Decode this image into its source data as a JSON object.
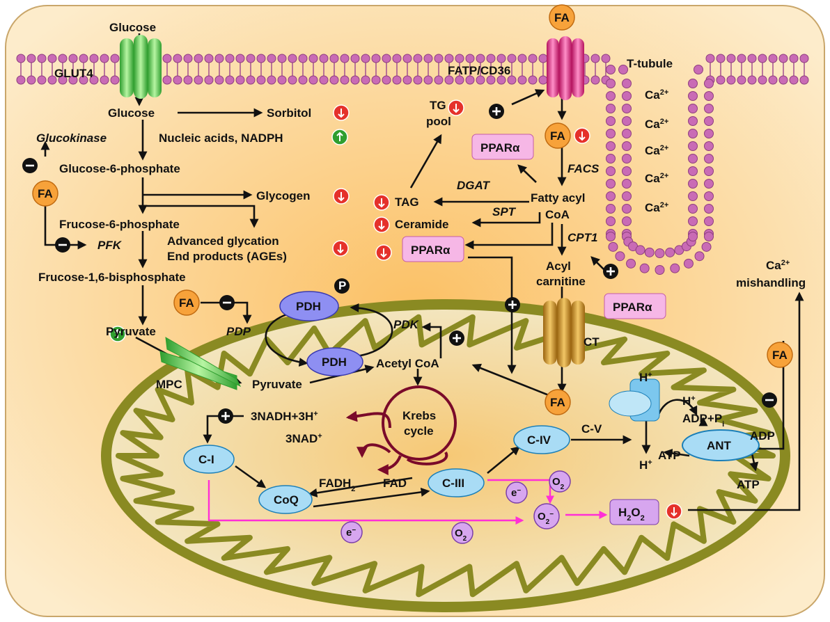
{
  "title": "",
  "colors": {
    "cell_fill": "#fde9bd",
    "membrane_head": "#c96bb5",
    "mito_outer": "#8a8a22",
    "mito_inner_fill": "#efe8c4",
    "ppar_fill": "#f6b7e6",
    "fa_fill": "#f7a23a",
    "up_marker": "#e5312b",
    "down_marker": "#2f9e2f",
    "ros_fill": "#d7a6ef",
    "complex_fill": "#a9dcf5",
    "arrow": "#111111",
    "ros_arrow": "#ff2fd6",
    "krebs": "#7a0a2a"
  },
  "labels": {
    "glucose_top": "Glucose",
    "glut4": "GLUT4",
    "fatp": "FATP/CD36",
    "ttubule": "T-tubule",
    "ca": "Ca",
    "ca_sup": "2+",
    "glucose": "Glucose",
    "sorbitol": "Sorbitol",
    "nucleic": "Nucleic acids, NADPH",
    "glucokinase": "Glucokinase",
    "g6p": "Glucose-6-phosphate",
    "glycogen": "Glycogen",
    "f6p": "Frucose-6-phosphate",
    "ages1": "Advanced glycation",
    "ages2": "End products (AGEs)",
    "pfk": "PFK",
    "f16bp": "Frucose-1,6-bisphosphate",
    "pyruvate": "Pyruvate",
    "tg1": "TG",
    "tg2": "pool",
    "ppara": "PPARα",
    "fa": "FA",
    "facs": "FACS",
    "dgat": "DGAT",
    "tag": "TAG",
    "fattyacyl1": "Fatty acyl",
    "fattyacyl2": "CoA",
    "spt": "SPT",
    "ceramide": "Ceramide",
    "cpt1": "CPT1",
    "acyl1": "Acyl",
    "acyl2": "carnitine",
    "ca_mis1": "Ca",
    "ca_mis2": "mishandling",
    "pdh": "PDH",
    "p": "P",
    "pdp": "PDP",
    "pdk": "PDK",
    "mpc": "MPC",
    "pyruvate_in": "Pyruvate",
    "acetyl": "Acetyl CoA",
    "ct": "CT",
    "nadh": "3NADH+3H",
    "nad": "3NAD",
    "krebs1": "Krebs",
    "krebs2": "cycle",
    "fadh": "FADH",
    "fadh_sub": "2",
    "fad": "FAD",
    "ci": "C-I",
    "coq": "CoQ",
    "ciii": "C-III",
    "civ": "C-IV",
    "cv": "C-V",
    "hplus": "H",
    "adp_pi": "ADP+P",
    "pi_sub": "i",
    "adp": "ADP",
    "atp": "ATP",
    "ant": "ANT",
    "e": "e",
    "o2": "O",
    "o2_sub": "2",
    "superoxide": "O",
    "h2o2": "H",
    "h2o2_mid": "2",
    "h2o2_end": "O",
    "plus_sign": "+",
    "minus_sign": "−"
  }
}
